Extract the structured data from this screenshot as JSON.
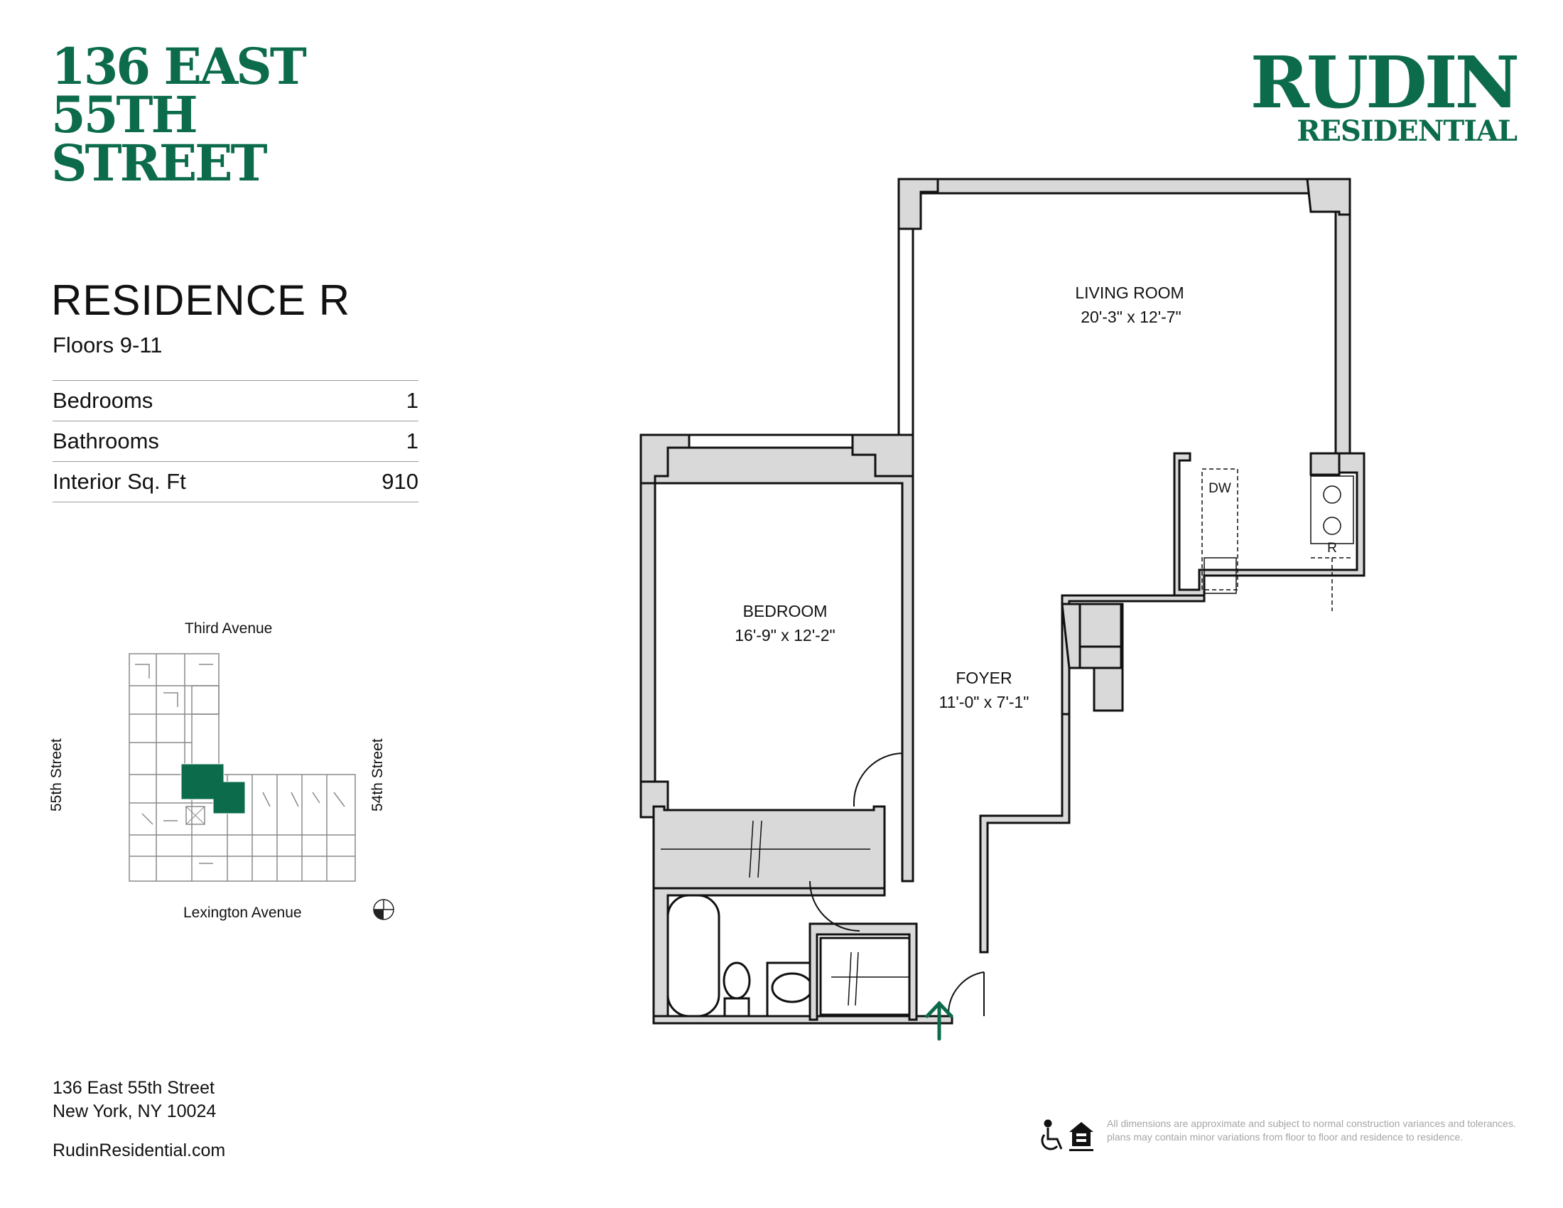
{
  "building": {
    "title_lines": [
      "136 EAST",
      "55TH",
      "STREET"
    ]
  },
  "brand": {
    "name_top": "RUDIN",
    "name_bottom": "RESIDENTIAL"
  },
  "residence": {
    "name": "RESIDENCE R",
    "floors": "Floors 9-11"
  },
  "specs": [
    {
      "label": "Bedrooms",
      "value": "1"
    },
    {
      "label": "Bathrooms",
      "value": "1"
    },
    {
      "label": "Interior Sq. Ft",
      "value": "910"
    }
  ],
  "keyplan": {
    "north_street": "Third Avenue",
    "south_street": "Lexington Avenue",
    "west_street": "55th Street",
    "east_street": "54th Street",
    "highlight_color": "#0b6b4a"
  },
  "rooms": {
    "living_name": "LIVING ROOM",
    "living_dims": "20'-3\" x 12'-7\"",
    "bedroom_name": "BEDROOM",
    "bedroom_dims": "16'-9\" x 12'-2\"",
    "foyer_name": "FOYER",
    "foyer_dims": "11'-0\" x 7'-1\"",
    "dw_label": "DW",
    "fridge_label": "R"
  },
  "address": {
    "line1": "136 East 55th Street",
    "line2": "New York, NY 10024"
  },
  "website": "RudinResidential.com",
  "disclaimer": "All dimensions are approximate and subject to normal construction variances and tolerances. plans may contain minor variations from floor to floor and residence to residence.",
  "icons": [
    "wheelchair-accessibility-icon",
    "equal-housing-opportunity-icon",
    "compass-icon",
    "entry-arrow-icon"
  ],
  "colors": {
    "brand_green": "#0b6b4a",
    "wall_fill": "#d9d9d9",
    "text_gray": "#a5a5a5"
  }
}
